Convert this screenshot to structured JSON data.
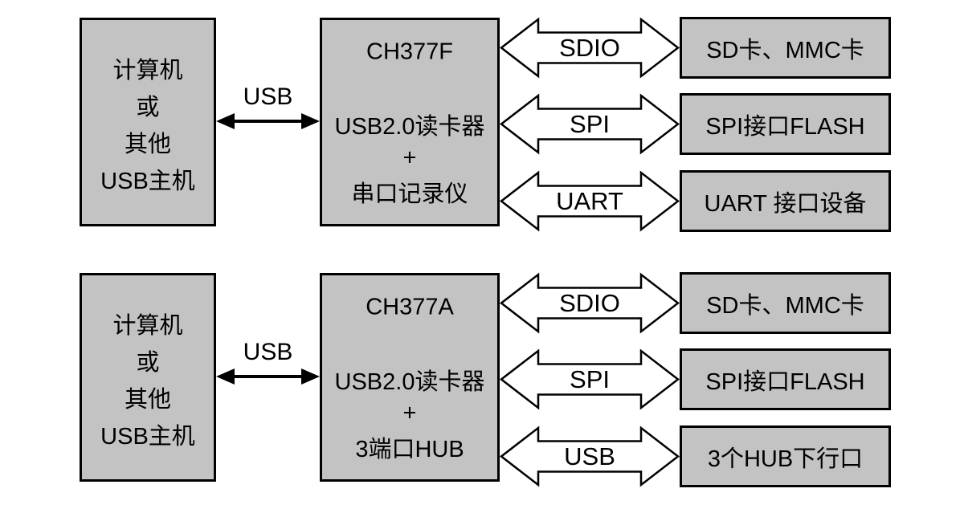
{
  "colors": {
    "background": "#ffffff",
    "box_fill": "#c3c3c3",
    "box_border": "#000000",
    "arrow_fill": "#ffffff",
    "arrow_stroke": "#000000"
  },
  "diagrams": [
    {
      "host": {
        "lines": [
          "计算机",
          "或",
          "其他",
          "USB主机"
        ]
      },
      "usb_link_label": "USB",
      "chip": {
        "title": "CH377F",
        "line2": "USB2.0读卡器",
        "line3": "+",
        "line4": "串口记录仪"
      },
      "connections": [
        {
          "bus": "SDIO",
          "device": "SD卡、MMC卡"
        },
        {
          "bus": "SPI",
          "device": "SPI接口FLASH"
        },
        {
          "bus": "UART",
          "device": "UART 接口设备"
        }
      ]
    },
    {
      "host": {
        "lines": [
          "计算机",
          "或",
          "其他",
          "USB主机"
        ]
      },
      "usb_link_label": "USB",
      "chip": {
        "title": "CH377A",
        "line2": "USB2.0读卡器",
        "line3": "+",
        "line4": "3端口HUB"
      },
      "connections": [
        {
          "bus": "SDIO",
          "device": "SD卡、MMC卡"
        },
        {
          "bus": "SPI",
          "device": "SPI接口FLASH"
        },
        {
          "bus": "USB",
          "device": "3个HUB下行口"
        }
      ]
    }
  ]
}
